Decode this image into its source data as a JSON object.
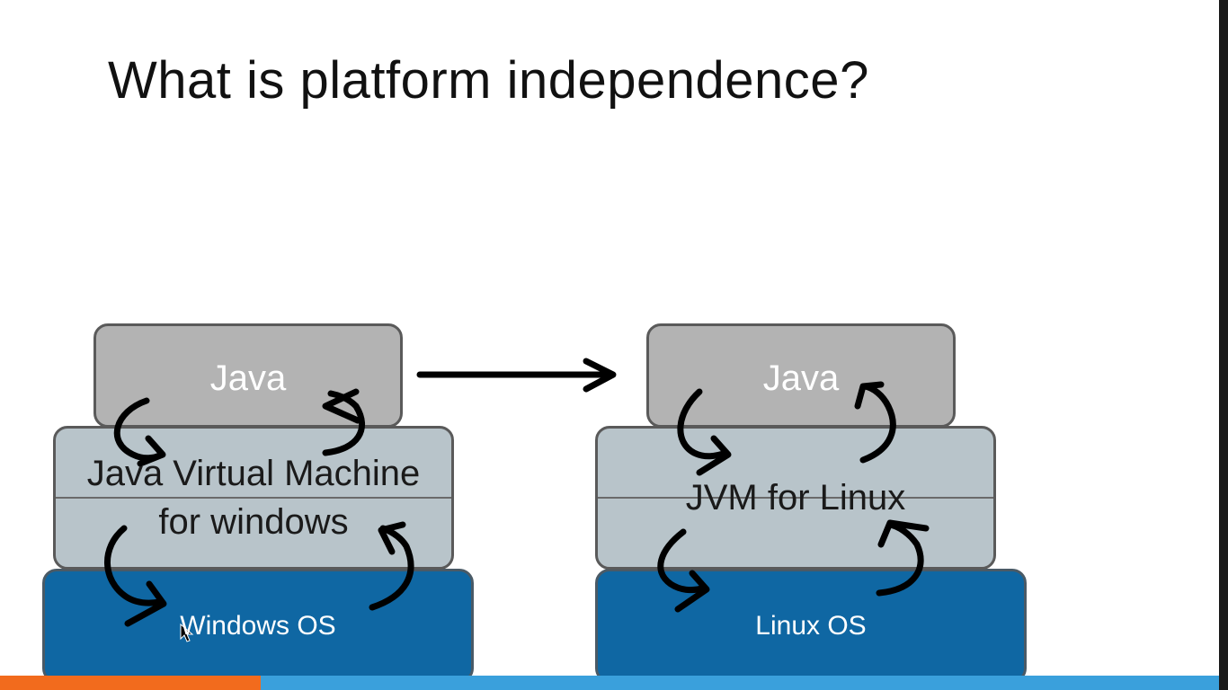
{
  "slide": {
    "title": "What is platform independence?"
  },
  "windows_stack": {
    "java_label": "Java",
    "jvm_label_line1": "Java Virtual Machine",
    "jvm_label_line2": "for windows",
    "os_label": "Windows OS"
  },
  "linux_stack": {
    "java_label": "Java",
    "jvm_label": "JVM for Linux",
    "os_label": "Linux OS"
  },
  "colors": {
    "java_box": "#b3b3b3",
    "jvm_box": "#b8c4ca",
    "os_box": "#0f67a3",
    "accent_orange": "#f26b1d",
    "accent_blue": "#3aa0dc",
    "ink": "#000000"
  },
  "icons": {
    "transfer_arrow": "right-arrow-icon",
    "flow_arrows": "curved-arrow-icon"
  }
}
